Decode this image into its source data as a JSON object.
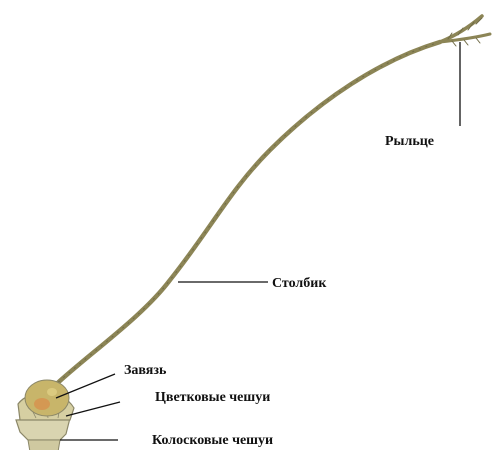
{
  "labels": {
    "stigma": "Рыльце",
    "style": "Столбик",
    "ovary": "Завязь",
    "lemmas": "Цветковые чешуи",
    "glumes": "Колосковые чешуи"
  },
  "colors": {
    "style": "#8c8556",
    "style_dark": "#6f6a45",
    "ovary": "#c8b56a",
    "ovary_spot": "#d98b4a",
    "scales": "#d9d4b0",
    "scales_edge": "#8b8768",
    "leader_line": "#111111"
  }
}
